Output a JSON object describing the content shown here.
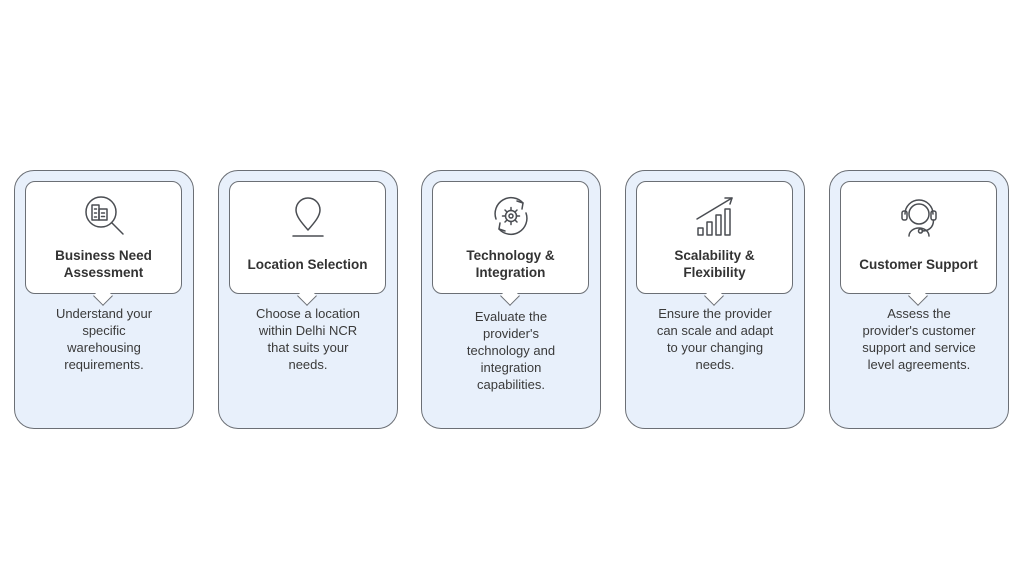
{
  "cards": [
    {
      "title": "Business Need\nAssessment",
      "description": "Understand your\nspecific\nwarehousing\nrequirements.",
      "icon": "building-magnifier-icon"
    },
    {
      "title": "Location Selection",
      "description": "Choose a location\nwithin Delhi NCR\nthat suits your\nneeds.",
      "icon": "location-pin-icon"
    },
    {
      "title": "Technology &\nIntegration",
      "description": "Evaluate the\nprovider's\ntechnology and\nintegration\ncapabilities.",
      "icon": "gear-sync-icon"
    },
    {
      "title": "Scalability &\nFlexibility",
      "description": "Ensure the provider\ncan scale and adapt\nto your changing\nneeds.",
      "icon": "growth-chart-icon"
    },
    {
      "title": "Customer Support",
      "description": "Assess the\nprovider's customer\nsupport and service\nlevel agreements.",
      "icon": "headset-agent-icon"
    }
  ],
  "colors": {
    "card_fill": "#e8f0fb",
    "border": "#6b6f75",
    "text": "#333333"
  }
}
